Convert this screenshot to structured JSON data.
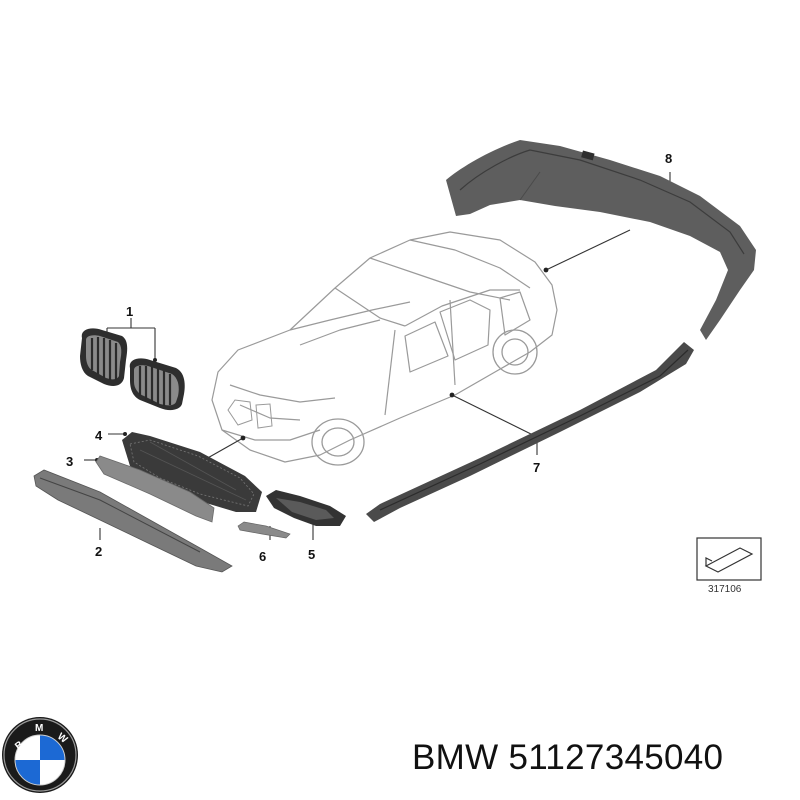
{
  "callouts": {
    "c1": "1",
    "c2": "2",
    "c3": "3",
    "c4": "4",
    "c5": "5",
    "c6": "6",
    "c7": "7",
    "c8": "8"
  },
  "diagram_ref": "317106",
  "caption": {
    "brand": "BMW",
    "part_number": "51127345040"
  },
  "logo": {
    "lettering": "BMW",
    "colors": {
      "ring": "#1a1a1a",
      "blue": "#1c69d4",
      "white": "#ffffff"
    }
  },
  "colors": {
    "line": "#555555",
    "part_dark": "#3a3a3a",
    "part_mid": "#6d6d6d"
  }
}
